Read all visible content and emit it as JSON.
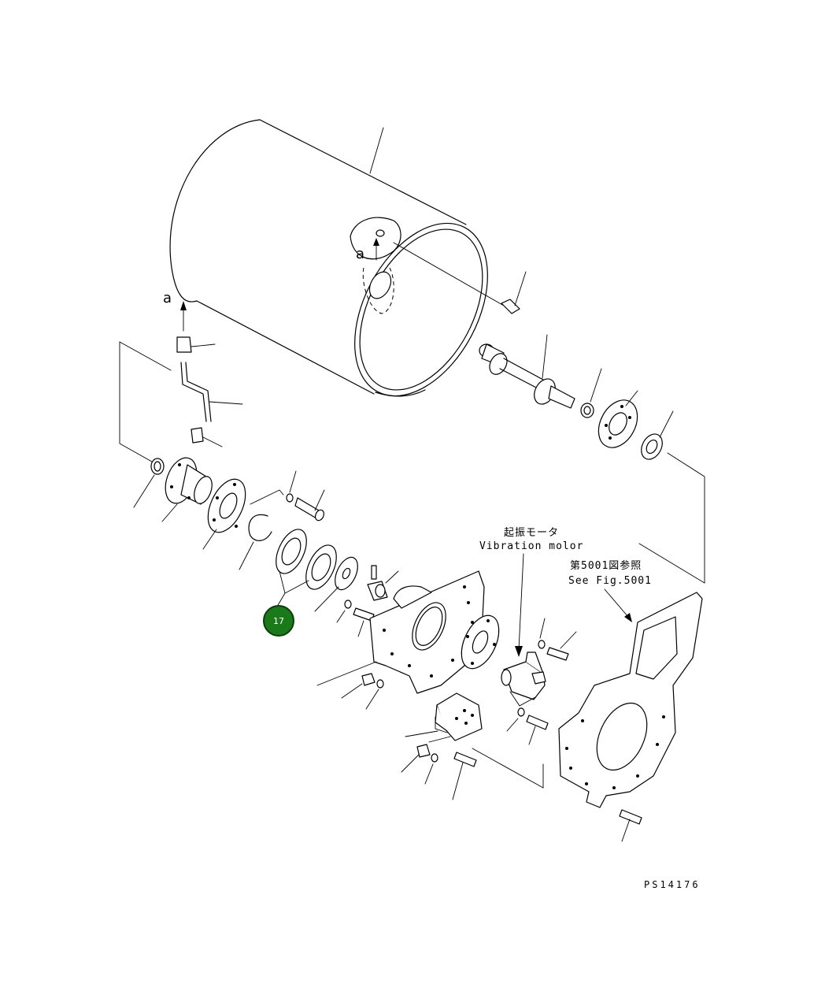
{
  "labels": {
    "ref_a_top": "a",
    "ref_a_left": "a",
    "motor_jp": "起振モータ",
    "motor_en": "Vibration molor",
    "fig_jp": "第5001図参照",
    "fig_en": "See Fig.5001",
    "drawing_code": "PS14176"
  },
  "callout": {
    "number": "17",
    "color": "#1a7a1a",
    "border": "#0b3d0b"
  }
}
